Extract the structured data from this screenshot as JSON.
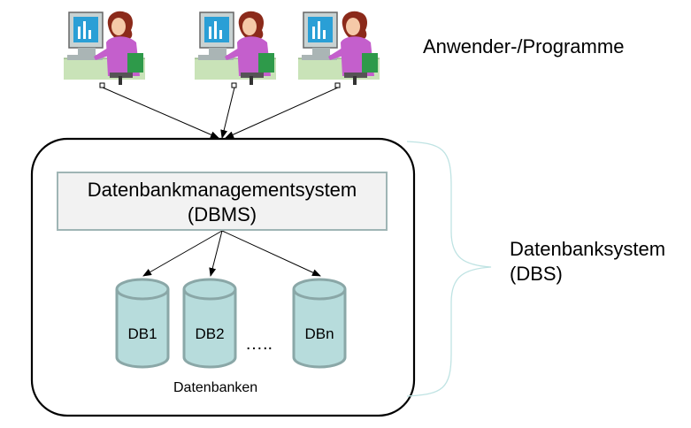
{
  "users": {
    "label": "Anwender-/Programme",
    "count": 3,
    "icon": "user-at-computer-icon"
  },
  "dbs": {
    "line1": "Datenbanksystem",
    "line2": "(DBS)"
  },
  "dbms": {
    "line1": "Datenbankmanagementsystem",
    "line2": "(DBMS)"
  },
  "databases": {
    "items": [
      "DB1",
      "DB2",
      "DBn"
    ],
    "ellipsis": "…..",
    "caption": "Datenbanken"
  },
  "colors": {
    "cylinder_fill": "#b7dcdc",
    "cylinder_stroke": "#8aa7a7",
    "dbms_fill": "#f2f2f2",
    "brace": "#bfe3e3",
    "person_shirt": "#c45fcc",
    "person_hair": "#8b2a1a",
    "monitor": "#c8d2d2",
    "desk": "#c9e3b8"
  }
}
